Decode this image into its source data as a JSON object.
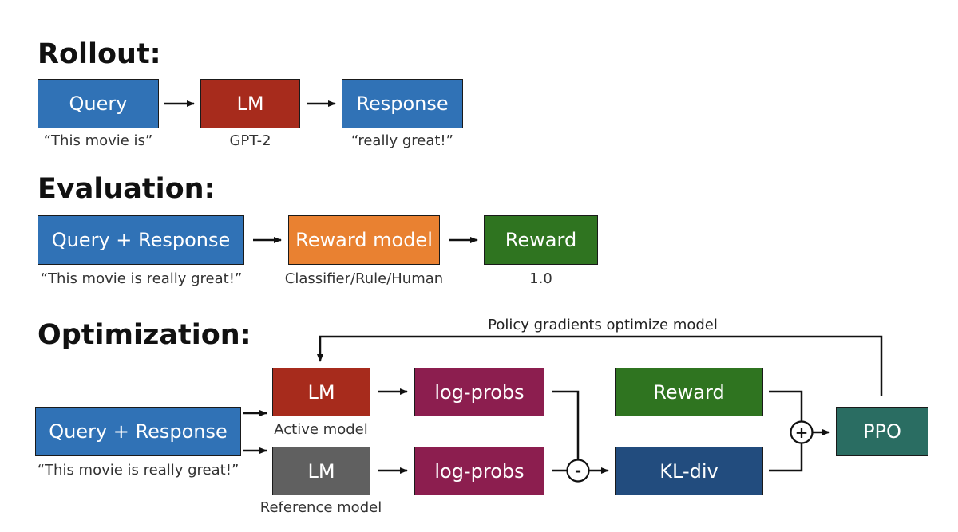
{
  "colors": {
    "blue": "#3072b6",
    "red": "#a72b1c",
    "orange": "#e98131",
    "green": "#2f7420",
    "purple": "#8c1e4f",
    "gray": "#606060",
    "navy": "#224c7e",
    "teal": "#2a6d62"
  },
  "rollout": {
    "heading": "Rollout:",
    "query": {
      "label": "Query",
      "caption": "“This movie is”"
    },
    "lm": {
      "label": "LM",
      "caption": "GPT-2"
    },
    "response": {
      "label": "Response",
      "caption": "“really great!”"
    }
  },
  "evaluation": {
    "heading": "Evaluation:",
    "query_response": {
      "label": "Query + Response",
      "caption": "“This movie is really great!”"
    },
    "reward_model": {
      "label": "Reward model",
      "caption": "Classifier/Rule/Human"
    },
    "reward": {
      "label": "Reward",
      "caption": "1.0"
    }
  },
  "optimization": {
    "heading": "Optimization:",
    "feedback_label": "Policy gradients optimize model",
    "query_response": {
      "label": "Query + Response",
      "caption": "“This movie is really great!”"
    },
    "active_lm": {
      "label": "LM",
      "caption": "Active model"
    },
    "reference_lm": {
      "label": "LM",
      "caption": "Reference model"
    },
    "active_logprobs": {
      "label": "log-probs"
    },
    "reference_logprobs": {
      "label": "log-probs"
    },
    "reward": {
      "label": "Reward"
    },
    "kl_div": {
      "label": "KL-div"
    },
    "ppo": {
      "label": "PPO"
    },
    "minus_op": "-",
    "plus_op": "+"
  }
}
